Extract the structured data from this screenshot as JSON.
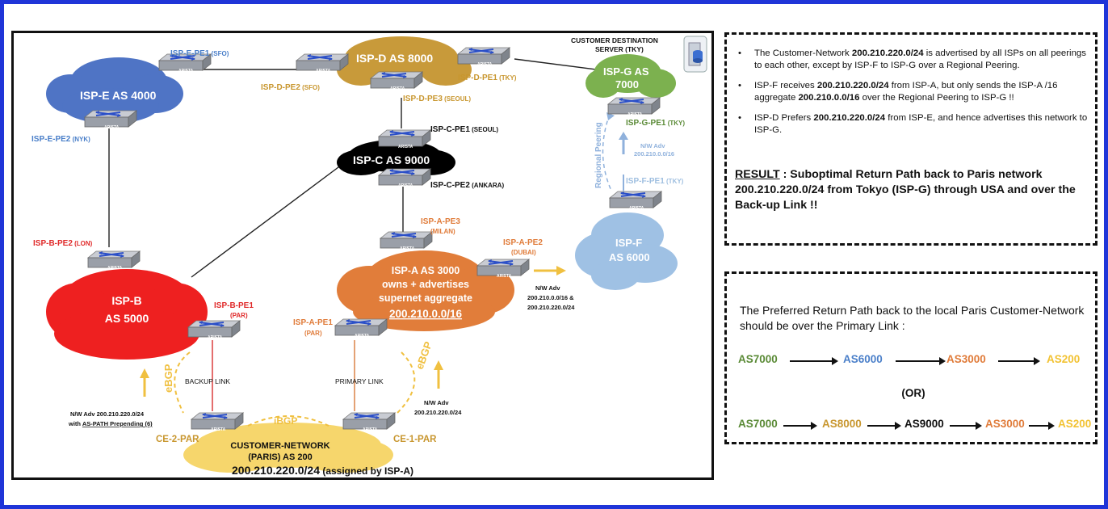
{
  "colors": {
    "frame": "#1f35d8",
    "green": "#5a8a36",
    "blue": "#4a7fc9",
    "orange": "#e07b39",
    "yellow": "#f2c232",
    "dark_yellow": "#c8962e",
    "red": "#e02a2a",
    "cloud_blue": "#4f74c5",
    "cloud_gold": "#c89a3a",
    "cloud_green": "#7cb14f",
    "cloud_lightblue": "#9fc1e4",
    "cloud_orange": "#e17d3a",
    "cloud_red": "#ee2020",
    "cloud_yellow": "#f6d66c"
  },
  "clouds": {
    "isp_e": "ISP-E AS 4000",
    "isp_d": "ISP-D  AS 8000",
    "isp_g_l1": "ISP-G AS",
    "isp_g_l2": "7000",
    "isp_c": "ISP-C AS 9000",
    "isp_f_l1": "ISP-F",
    "isp_f_l2": "AS 6000",
    "isp_a_l1": "ISP-A AS 3000",
    "isp_a_l2": "owns + advertises",
    "isp_a_l3": "supernet aggregate",
    "isp_a_l4": "200.210.0.0/16",
    "isp_b_l1": "ISP-B",
    "isp_b_l2": "AS 5000",
    "cust_l1": "CUSTOMER-NETWORK",
    "cust_l2": "(PARIS) AS  200",
    "cust_l3": "200.210.220.0/24",
    "cust_l3b": " (assigned by ISP-A)"
  },
  "routers": {
    "isp_e_pe1": {
      "name": "ISP-E-PE1",
      "loc": " (SFO)"
    },
    "isp_e_pe2": {
      "name": "ISP-E-PE2",
      "loc": " (NYK)"
    },
    "isp_d_pe2": {
      "name": "ISP-D-PE2",
      "loc": " (SFO)"
    },
    "isp_d_pe1": {
      "name": "ISP-D-PE1",
      "loc": " (TKY)"
    },
    "isp_d_pe3": {
      "name": "ISP-D-PE3",
      "loc": " (SEOUL)"
    },
    "isp_c_pe1": {
      "name": "ISP-C-PE1",
      "loc": " (SEOUL)"
    },
    "isp_c_pe2": {
      "name": "ISP-C-PE2",
      "loc": " (ANKARA)"
    },
    "isp_g_pe1": {
      "name": "ISP-G-PE1",
      "loc": " (TKY)"
    },
    "isp_f_pe1": {
      "name": "ISP-F-PE1",
      "loc": " (TKY)"
    },
    "isp_a_pe3": {
      "name": "ISP-A-PE3",
      "loc": "(MILAN)"
    },
    "isp_a_pe2": {
      "name": "ISP-A-PE2",
      "loc": "(DUBAI)"
    },
    "isp_a_pe1": {
      "name": "ISP-A-PE1",
      "loc": "(PAR)"
    },
    "isp_b_pe2": {
      "name": "ISP-B-PE2",
      "loc": " (LON)"
    },
    "isp_b_pe1": {
      "name": "ISP-B-PE1",
      "loc": "(PAR)"
    },
    "ce2": {
      "name": "CE-2-PAR"
    },
    "ce1": {
      "name": "CE-1-PAR"
    },
    "router_brand": "ARISTA"
  },
  "server": {
    "l1": "CUSTOMER DESTINATION",
    "l2": "SERVER (TKY)"
  },
  "links": {
    "backup": "BACKUP LINK",
    "primary": "PRIMARY LINK",
    "ebgp": "eBGP",
    "ibgp": "iBGP",
    "regional": "Regional Peering"
  },
  "adverts": {
    "gf_l1": "N/W Adv",
    "gf_l2": "200.210.0.0/16",
    "af_l1": "N/W Adv",
    "af_l2": "200.210.0.0/16 &",
    "af_l3": "200.210.220.0/24",
    "ce1_l1": "N/W Adv",
    "ce1_l2": "200.210.220.0/24",
    "ce2_l1": "N/W Adv 200.210.220.0/24",
    "ce2_l2a": "with ",
    "ce2_l2b": "AS-PATH Prepending (6)"
  },
  "notes": {
    "bullet": "•",
    "b1_pre": "The Customer-Network ",
    "b1_bold": "200.210.220.0/24",
    "b1_post": " is advertised by all ISPs on all peerings to each other, except by ISP-F to ISP-G over a Regional Peering.",
    "b2_pre": "ISP-F receives  ",
    "b2_bold1": "200.210.220.0/24",
    "b2_mid": " from ISP-A, but only sends the ISP-A /16 aggregate ",
    "b2_bold2": "200.210.0.0/16",
    "b2_post": " over the Regional Peering to ISP-G !!",
    "b3_pre": "ISP-D Prefers ",
    "b3_bold": "200.210.220.0/24",
    "b3_post": " from ISP-E, and hence advertises this network to ISP-G.",
    "result_label": "RESULT",
    "result_text": " : Suboptimal Return Path back to Paris network 200.210.220.0/24 from Tokyo (ISP-G) through USA  and over the Back-up Link !!"
  },
  "preferred": {
    "intro": "The Preferred Return Path back to the local Paris Customer-Network should be over the Primary Link :",
    "path1": [
      "AS7000",
      "AS6000",
      "AS3000",
      "AS200"
    ],
    "or": "(OR)",
    "path2": [
      "AS7000",
      "AS8000",
      "AS9000",
      "AS3000",
      "AS200"
    ]
  }
}
